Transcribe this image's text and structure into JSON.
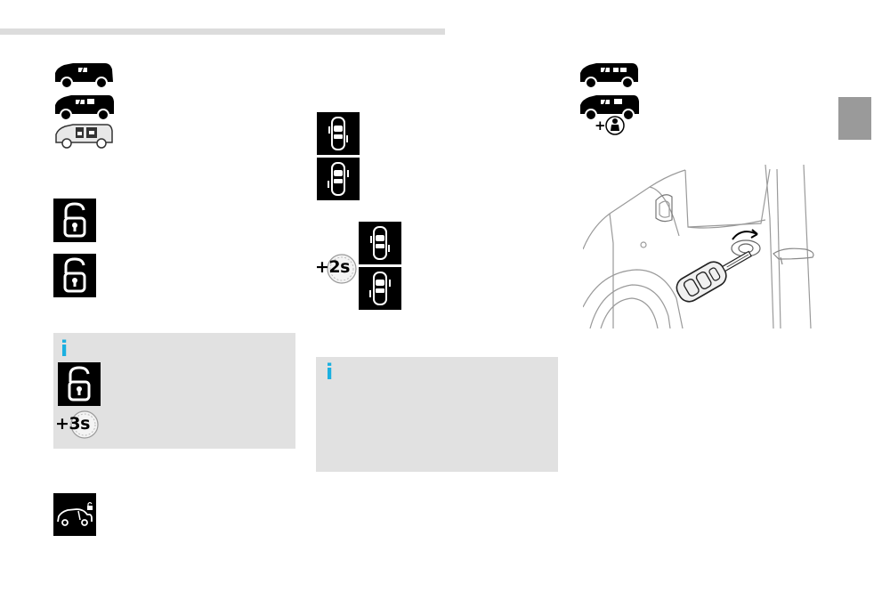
{
  "colors": {
    "info_accent": "#1ab0e0",
    "icon_background": "#000000",
    "infobox_background": "#e1e1e1",
    "header_bar": "#dcdcdc",
    "side_tab": "#9a9a9a"
  },
  "icons": {
    "vehicle_types_left": [
      "van-short-icon",
      "van-long-icon",
      "van-cargo-unlock-icon"
    ],
    "vehicle_types_right": [
      "van-passenger-icon",
      "van-passenger-child-icon"
    ],
    "unlock": "padlock-open-icon",
    "door_selective": [
      "door-driver-unlock-icon",
      "door-all-unlock-icon"
    ],
    "remote_key": "remote-key-illustration",
    "vehicle_lock_status": "vehicle-lock-status-icon"
  },
  "info_boxes": {
    "left": {
      "marker": "i",
      "timer_label": "+3s"
    },
    "middle": {
      "marker": "i"
    }
  },
  "timers": {
    "door_sequence": "+2s"
  },
  "child_lock_label": "+"
}
